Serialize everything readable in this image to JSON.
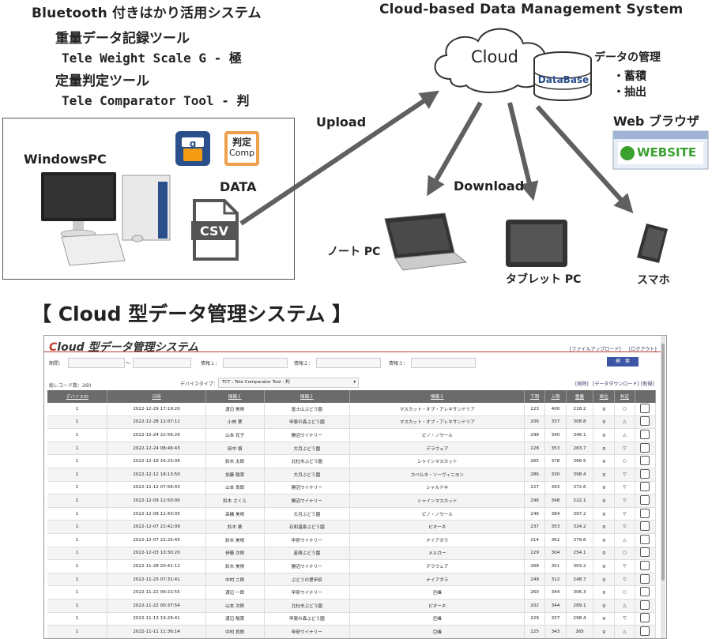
{
  "header": {
    "title_left": "Bluetooth 付きはかり活用システム",
    "tool1_jp": "重量データ記録ツール",
    "tool1_en": "Tele Weight Scale G - 極",
    "tool2_jp": "定量判定ツール",
    "tool2_en": "Tele Comparator Tool - 判",
    "title_right": "Cloud-based Data Management System"
  },
  "diagram": {
    "pc_label": "WindowsPC",
    "data_label": "DATA",
    "csv_label": "CSV",
    "app_icon_g": "g",
    "app_icon_comp_1": "判定",
    "app_icon_comp_2": "Comp",
    "upload": "Upload",
    "download": "Download",
    "cloud": "Cloud",
    "database": "DataBase",
    "data_mgmt": "データの管理",
    "bullet1": "・蓄積",
    "bullet2": "・抽出",
    "browser": "Web ブラウザ",
    "website": "WEBSITE",
    "note_pc": "ノート PC",
    "tablet": "タブレット PC",
    "phone": "スマホ",
    "section_title": "【 Cloud 型データ管理システム 】"
  },
  "app": {
    "logo_prefix": "C",
    "logo_rest": "loud 型データ管理システム",
    "link_upload": "[ファイルアップロード]",
    "link_logout": "[ログアウト]",
    "period_label": "期間：",
    "tilde": "〜",
    "info1": "情報１：",
    "info2": "情報２：",
    "info3": "情報３：",
    "search_btn": "検　索",
    "record_count": "総レコード数：260",
    "device_type_label": "デバイスタイプ：",
    "device_type_value": "TCT : Tele Comparator Tool - 判",
    "link_delete": "[削除]",
    "link_download": "[データダウンロード]",
    "link_new": "[新規]",
    "columns": [
      "デバイスID",
      "日時",
      "情報１",
      "情報２",
      "情報３",
      "下限",
      "上限",
      "重量",
      "単位",
      "判定",
      ""
    ],
    "rows": [
      [
        "1",
        "2022-12-29 17:19:20",
        "渡辺 美咲",
        "富士山ぶどう園",
        "マスカット・オブ・アレキサンドリア",
        "223",
        "400",
        "218.2",
        "g",
        "○"
      ],
      [
        "1",
        "2022-12-28 12:07:12",
        "小林 翠",
        "甲斐の森ぶどう園",
        "マスカット・オブ・アレキサンドリア",
        "206",
        "337",
        "308.8",
        "g",
        "△"
      ],
      [
        "1",
        "2022-12-24 22:56:26",
        "山本 花子",
        "勝沼ワイナリー",
        "ピノ・ノワール",
        "298",
        "340",
        "346.1",
        "g",
        "△"
      ],
      [
        "1",
        "2022-12-24 08:46:43",
        "田中 慎",
        "大月ぶどう園",
        "デラウェア",
        "228",
        "353",
        "263.7",
        "g",
        "▽"
      ],
      [
        "1",
        "2022-12-18 16:23:06",
        "鈴木 太郎",
        "北杜市ぶどう園",
        "シャインマスカット",
        "265",
        "378",
        "366.5",
        "g",
        "○"
      ],
      [
        "1",
        "2022-12-12 18:13:50",
        "加藤 陽菜",
        "大月ぶどう園",
        "カベルネ・ソーヴィニヨン",
        "286",
        "330",
        "398.4",
        "g",
        "▽"
      ],
      [
        "1",
        "2022-12-12 07:56:43",
        "山本 良郎",
        "勝沼ワイナリー",
        "シャルドネ",
        "227",
        "393",
        "372.6",
        "g",
        "▽"
      ],
      [
        "1",
        "2022-12-09 12:50:00",
        "鈴木 さくら",
        "勝沼ワイナリー",
        "シャインマスカット",
        "296",
        "348",
        "222.1",
        "g",
        "▽"
      ],
      [
        "1",
        "2022-12-08 12:43:05",
        "高橋 美咲",
        "大月ぶどう園",
        "ピノ・ノワール",
        "246",
        "384",
        "397.2",
        "g",
        "▽"
      ],
      [
        "1",
        "2022-12-07 22:42:09",
        "鈴木 葵",
        "石和温泉ぶどう園",
        "ピオーネ",
        "237",
        "353",
        "324.2",
        "g",
        "▽"
      ],
      [
        "1",
        "2022-12-07 22:25:45",
        "鈴木 美咲",
        "甲府ワイナリー",
        "ナイアガラ",
        "214",
        "362",
        "379.6",
        "g",
        "△"
      ],
      [
        "1",
        "2022-12-03 10:30:20",
        "伊藤 次郎",
        "韮崎ぶどう園",
        "メルロー",
        "229",
        "304",
        "254.1",
        "g",
        "○"
      ],
      [
        "1",
        "2022-11-28 20:41:12",
        "鈴木 美咲",
        "勝沼ワイナリー",
        "デラウェア",
        "268",
        "301",
        "303.2",
        "g",
        "▽"
      ],
      [
        "1",
        "2022-11-23 07:31:41",
        "中村 二郎",
        "ぶどうの里甲府",
        "ナイアガラ",
        "249",
        "312",
        "248.7",
        "g",
        "▽"
      ],
      [
        "1",
        "2022-11-22 09:22:55",
        "渡辺 一郎",
        "甲府ワイナリー",
        "巨峰",
        "260",
        "344",
        "306.3",
        "g",
        "○"
      ],
      [
        "1",
        "2022-11-22 00:37:54",
        "山本 次郎",
        "北杜市ぶどう園",
        "ピオーネ",
        "202",
        "344",
        "289.1",
        "g",
        "△"
      ],
      [
        "1",
        "2022-11-13 19:29:41",
        "渡辺 陽菜",
        "甲斐の森ぶどう園",
        "巨峰",
        "229",
        "337",
        "298.4",
        "g",
        "▽"
      ],
      [
        "1",
        "2022-11-11 11:36:14",
        "中村 良郎",
        "甲府ワイナリー",
        "巨峰",
        "225",
        "343",
        "265",
        "g",
        "△"
      ]
    ]
  },
  "colors": {
    "accent": "#c0392b",
    "arrow": "#606060",
    "button": "#3c56a5",
    "header_row": "#6b6b6b"
  }
}
